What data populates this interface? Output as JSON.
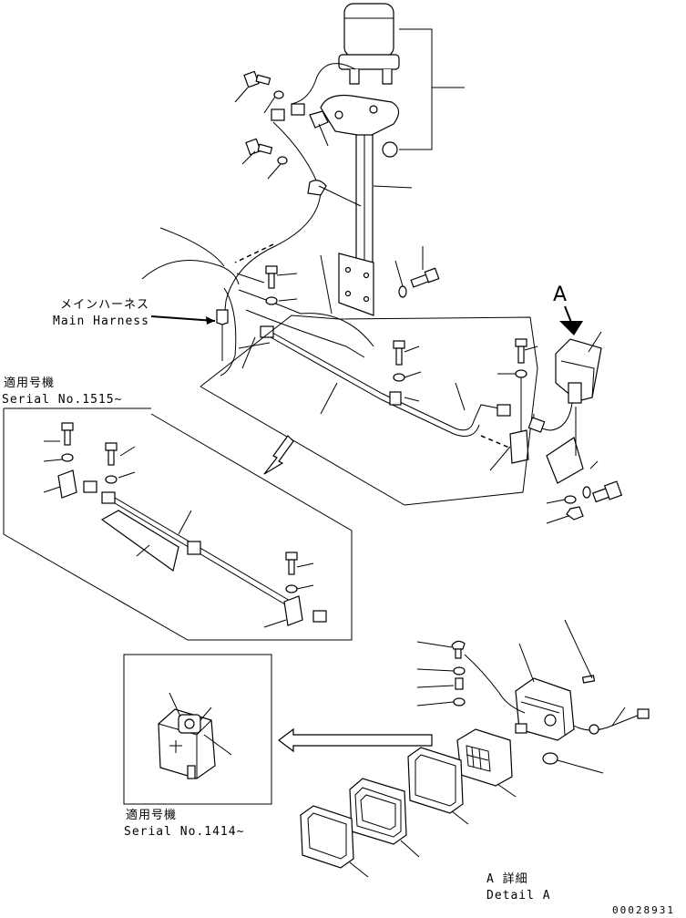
{
  "labels": {
    "main_harness_jp": "メインハーネス",
    "main_harness_en": "Main Harness",
    "serial_top_jp": "適用号機",
    "serial_top_en": "Serial No.1515~",
    "serial_bottom_jp": "適用号機",
    "serial_bottom_en": "Serial No.1414~",
    "detail_marker": "A",
    "detail_jp": "A 詳細",
    "detail_en": "Detail A",
    "document_number": "00028931"
  }
}
